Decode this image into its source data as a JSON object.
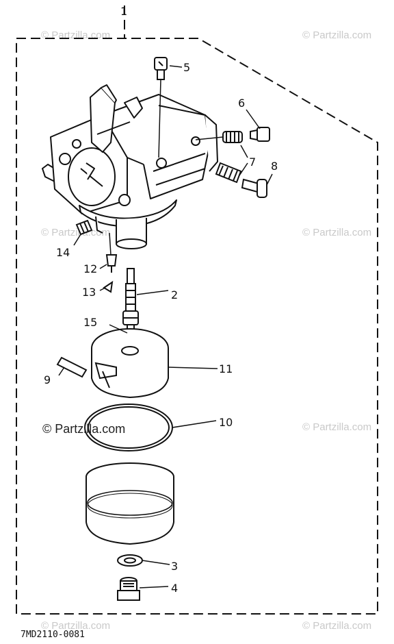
{
  "diagram": {
    "callouts": [
      "1",
      "2",
      "3",
      "4",
      "5",
      "6",
      "7",
      "8",
      "9",
      "10",
      "11",
      "12",
      "13",
      "14",
      "15"
    ],
    "drawing_code": "7MD2110-0081",
    "watermark": "© Partzilla.com",
    "watermark_main": "© Partzilla.com"
  }
}
